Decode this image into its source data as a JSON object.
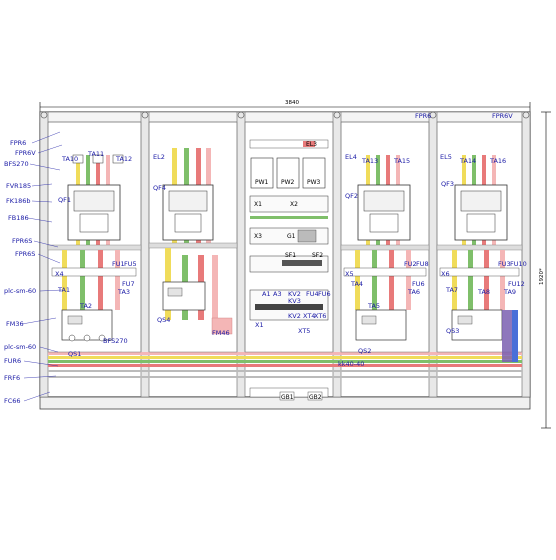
{
  "dimensions": {
    "width": "3840",
    "height": "1920*"
  },
  "colors": {
    "label": "#1a1aa6",
    "frame": "#555555",
    "busbar_red": "#e87a7a",
    "busbar_green": "#7fbf6a",
    "busbar_yellow": "#f0dc5a",
    "busbar_pink": "#f4b6b6",
    "busbar_purple": "#7a5fb0",
    "busbar_blue": "#4a6fd8"
  },
  "left_callouts": [
    "FPR6",
    "FPR6V",
    "BFS270",
    "FVR185",
    "FK186b",
    "FB186",
    "FPR6S",
    "FPR6S",
    "plc-sm-60",
    "FM36",
    "plc-sm-60",
    "FUR6",
    "FRF6",
    "FC66"
  ],
  "panel_labels": {
    "p1": [
      "TA10",
      "TA11",
      "TA12",
      "QF1",
      "X4",
      "TA1",
      "FU1",
      "FU5",
      "FU7",
      "TA3",
      "TA2",
      "QS1"
    ],
    "p2": [
      "EL2",
      "QF4",
      "QS4",
      "FM46",
      "BFS270"
    ],
    "p3": [
      "EL3",
      "PW1",
      "PW2",
      "PW3",
      "X1",
      "X2",
      "X3",
      "G1",
      "SF1",
      "SF2",
      "A1",
      "A3",
      "X1",
      "KV2",
      "KV3",
      "FU4",
      "KV2",
      "FU6",
      "XT4",
      "XT5",
      "XT6",
      "kk40-40"
    ],
    "p4": [
      "EL4",
      "TA13",
      "TA15",
      "QF2",
      "X5",
      "FU2",
      "FU8",
      "TA6",
      "FU6",
      "TA4",
      "TA5",
      "QS2"
    ],
    "p5": [
      "FPR6V",
      "EL5",
      "TA14",
      "TA16",
      "QF3",
      "X6",
      "FU3",
      "FU10",
      "TA7",
      "TA8",
      "TA9",
      "FU12",
      "QS3"
    ]
  },
  "top_labels": [
    "FPR6",
    "FPR6V"
  ],
  "bottom_labels": [
    "GB1",
    "GB2"
  ]
}
